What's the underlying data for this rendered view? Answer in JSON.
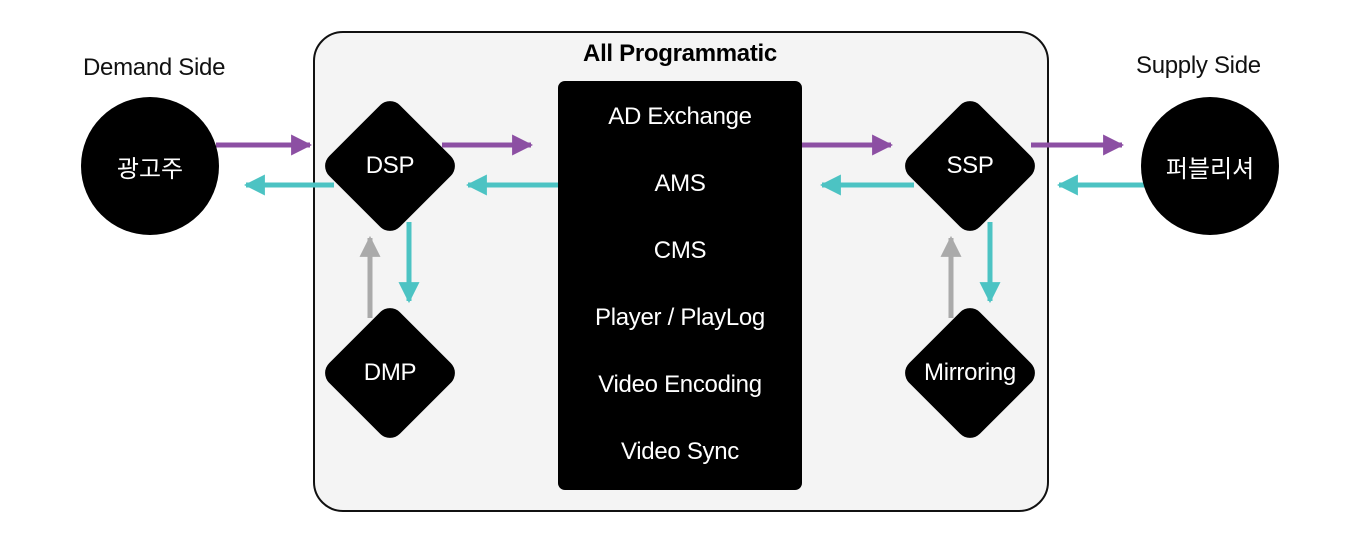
{
  "labels": {
    "demand_side": "Demand Side",
    "supply_side": "Supply Side",
    "container_title": "All Programmatic"
  },
  "nodes": {
    "advertiser": "광고주",
    "publisher": "퍼블리셔",
    "dsp": "DSP",
    "dmp": "DMP",
    "ssp": "SSP",
    "mirroring": "Mirroring"
  },
  "center_box_items": [
    "AD Exchange",
    "AMS",
    "CMS",
    "Player / PlayLog",
    "Video Encoding",
    "Video Sync"
  ],
  "colors": {
    "request_arrow": "#8c4fa3",
    "response_arrow": "#4cc3c3",
    "data_arrow": "#aaaaaa",
    "node_fill": "#000000",
    "container_fill": "#f4f4f4"
  },
  "edges": [
    {
      "from": "광고주",
      "to": "DSP",
      "type": "request"
    },
    {
      "from": "DSP",
      "to": "광고주",
      "type": "response"
    },
    {
      "from": "DSP",
      "to": "AD Exchange",
      "type": "request"
    },
    {
      "from": "AD Exchange",
      "to": "DSP",
      "type": "response"
    },
    {
      "from": "AD Exchange",
      "to": "SSP",
      "type": "request"
    },
    {
      "from": "SSP",
      "to": "AD Exchange",
      "type": "response"
    },
    {
      "from": "SSP",
      "to": "퍼블리셔",
      "type": "request"
    },
    {
      "from": "퍼블리셔",
      "to": "SSP",
      "type": "response"
    },
    {
      "from": "DSP",
      "to": "DMP",
      "type": "response"
    },
    {
      "from": "DMP",
      "to": "DSP",
      "type": "data"
    },
    {
      "from": "SSP",
      "to": "Mirroring",
      "type": "response"
    },
    {
      "from": "Mirroring",
      "to": "SSP",
      "type": "data"
    }
  ]
}
